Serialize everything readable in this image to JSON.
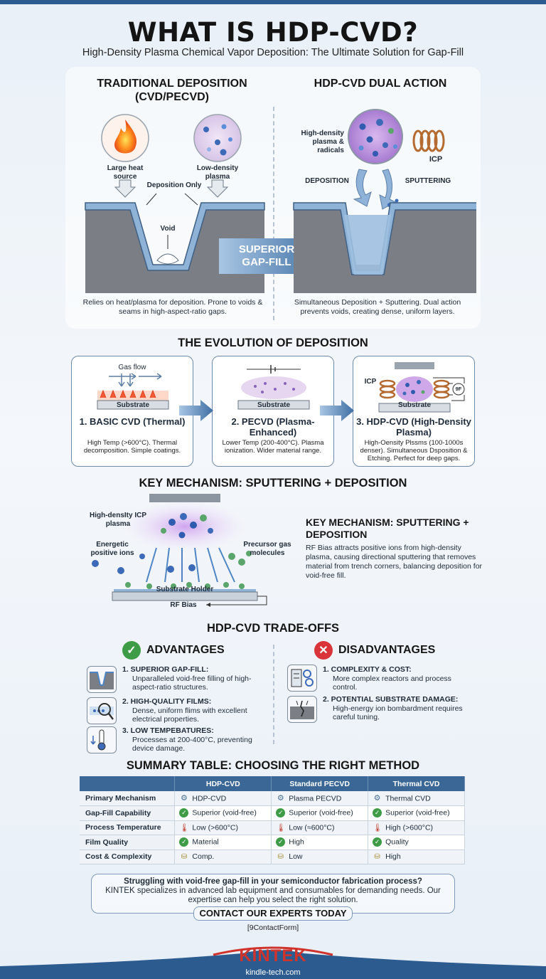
{
  "header": {
    "title": "WHAT IS HDP-CVD?",
    "subtitle": "High-Density Plasma Chemical Vapor Deposition: The Ultimate Solution for Gap-Fill"
  },
  "comparison": {
    "left_title": "TRADITIONAL DEPOSITION (CVD/PECVD)",
    "heat_label": "Large heat source",
    "plasma_label": "Low-density plasma",
    "deposition_only": "Deposition Only",
    "void_label": "Void",
    "left_caption": "Relies on heat/plasma for deposition. Prone to voids & seams in high-aspect-ratio gaps.",
    "arrow_label": "SUPERIOR GAP-FILL",
    "right_title": "HDP-CVD DUAL ACTION",
    "hd_plasma_label": "High-density plasma & radicals",
    "icp_label": "ICP",
    "deposition_label": "DEPOSITION",
    "sputtering_label": "SPUTTERING",
    "right_caption": "Simultaneous Deposition + Sputtering. Dual action prevents voids, creating dense, uniform layers."
  },
  "evolution": {
    "title": "THE EVOLUTION OF DEPOSITION",
    "steps": [
      {
        "name": "1. BASIC CVD (Thermal)",
        "desc": "High Temp (>600°C). Thermal decomposition. Simple coatings.",
        "substrate": "Substrate",
        "extra": "Gas flow"
      },
      {
        "name": "2. PECVD (Plasma-Enhanced)",
        "desc": "Lower Temp (200-400°C). Plasma ionization. Wider material range.",
        "substrate": "Substrate",
        "extra": ""
      },
      {
        "name": "3. HDP-CVD (High-Density Plasma)",
        "desc": "High-Oensity Plssms (100-1000s denser). Simultaneous Dsposition & Etching. Perfect for deep gaps.",
        "substrate": "Substrate",
        "extra": "ICP",
        "rf": "9F"
      }
    ]
  },
  "mechanism": {
    "title": "KEY MECHANISM: SPUTTERING + DEPOSITION",
    "icp_plasma_label": "High-densIty ICP plasma",
    "ions_label": "Energetic positive ions",
    "precursor_label": "Precursor gas molecules",
    "holder_label": "Substrate Holder",
    "rf_bias_label": "RF Bias",
    "side_title": "KEY MECHANISM: SPUTTERING + DEPOSITION",
    "side_desc": "RF Bias attracts positive ions from high-density plasma, causing directional sputtering that removes material from trench corners, balancing deposition for void-free fill."
  },
  "tradeoffs": {
    "title": "HDP-CVD TRADE-OFFS",
    "advantages_title": "ADVANTAGES",
    "disadvantages_title": "DISADVANTAGES",
    "advantages": [
      {
        "title": "1. SUPERIOR GAP-FILL:",
        "desc": "Unparalleled void-free filling of high-aspect-ratio structures."
      },
      {
        "title": "2. HIGH-QUALITY FILMS:",
        "desc": "Dense, uniform flims with excellent electrical properties."
      },
      {
        "title": "3. LOW TEMPEBATURES:",
        "desc": "Processes at 200-400°C, preventing device damage."
      }
    ],
    "disadvantages": [
      {
        "title": "1. COMPLEXITY & COST:",
        "desc": "More complex reactors and process control."
      },
      {
        "title": "2. POTENTIAL SUBSTRATE DAMAGE:",
        "desc": "High-energy ion bombardment requires careful tuning."
      }
    ]
  },
  "summary": {
    "title": "SUMMARY TABLE: CHOOSING THE RIGHT METHOD",
    "columns": [
      "",
      "HDP-CVD",
      "Standard PECVD",
      "Thermal CVD"
    ],
    "rows": [
      {
        "label": "Primary Mechanism",
        "cells": [
          "HDP-CVD",
          "Plasma PECVD",
          "Thermal CVD"
        ]
      },
      {
        "label": "Gap-Fill Capability",
        "cells": [
          "Superior (void-free)",
          "Superior (void-free)",
          "Superior (void-free)"
        ]
      },
      {
        "label": "Process Temperature",
        "cells": [
          "Low (>600°C)",
          "Low (≈600°C)",
          "High (>600°C)"
        ]
      },
      {
        "label": "Film Quality",
        "cells": [
          "Material",
          "High",
          "Quality"
        ]
      },
      {
        "label": "Cost & Complexity",
        "cells": [
          "Comp.",
          "Low",
          "High"
        ]
      }
    ]
  },
  "cta": {
    "line1": "Struggling with void-free gap-fill in your semiconductor fabrication process?",
    "line2": "KINTEK specializes in advanced lab equipment and consumables for demanding needs. Our expertise can help you select the right solution.",
    "button": "CONTACT OUR EXPERTS TODAY",
    "form": "[9ContactForm]"
  },
  "footer": {
    "logo": "KINTEK",
    "url": "kindle-tech.com"
  },
  "colors": {
    "brand": "#d0322c",
    "primary": "#3a6796",
    "success": "#3e9c46",
    "danger": "#d9343a"
  }
}
